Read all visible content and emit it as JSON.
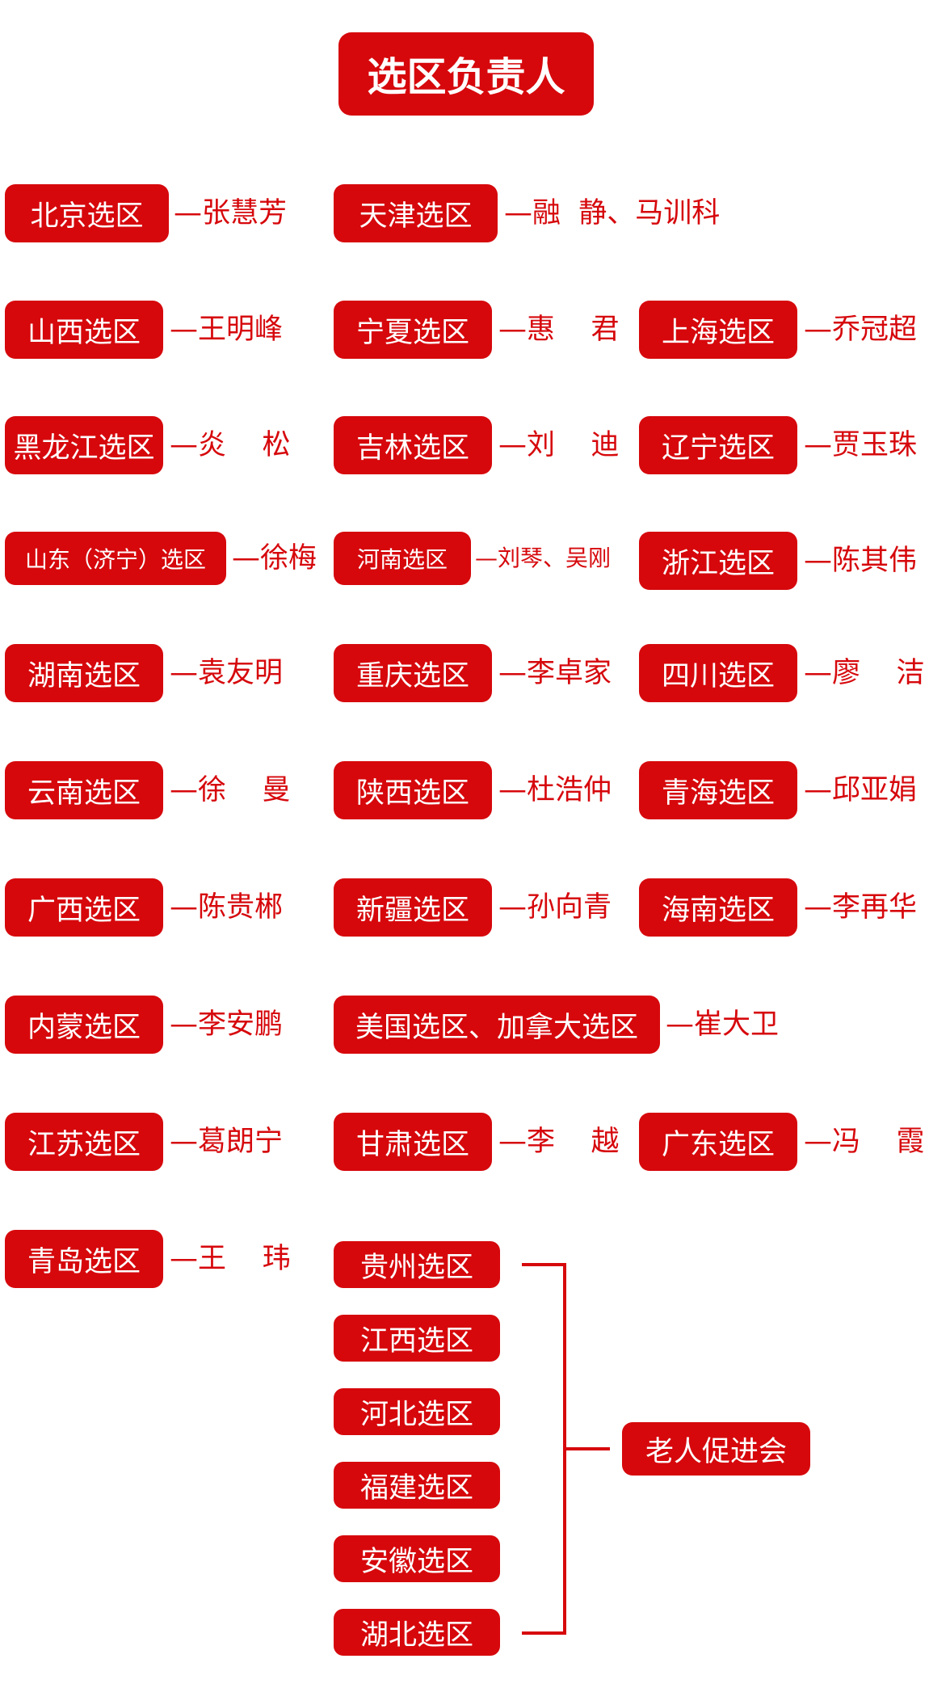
{
  "title": "选区负责人",
  "rows": [
    [
      {
        "badge": "北京选区",
        "name": "—张慧芳"
      },
      {
        "badge": "天津选区",
        "name": "—融  静、马训科"
      }
    ],
    [
      {
        "badge": "山西选区",
        "name": "—王明峰"
      },
      {
        "badge": "宁夏选区",
        "name": "—惠    君"
      },
      {
        "badge": "上海选区",
        "name": "—乔冠超"
      }
    ],
    [
      {
        "badge": "黑龙江选区",
        "name": "—炎    松"
      },
      {
        "badge": "吉林选区",
        "name": "—刘    迪"
      },
      {
        "badge": "辽宁选区",
        "name": "—贾玉珠"
      }
    ],
    [
      {
        "badge": "山东（济宁）选区",
        "name": "—徐梅"
      },
      {
        "badge": "河南选区",
        "name": "—刘琴、吴刚"
      },
      {
        "badge": "浙江选区",
        "name": "—陈其伟"
      }
    ],
    [
      {
        "badge": "湖南选区",
        "name": "—袁友明"
      },
      {
        "badge": "重庆选区",
        "name": "—李卓家"
      },
      {
        "badge": "四川选区",
        "name": "—廖    洁"
      }
    ],
    [
      {
        "badge": "云南选区",
        "name": "—徐    曼"
      },
      {
        "badge": "陕西选区",
        "name": "—杜浩仲"
      },
      {
        "badge": "青海选区",
        "name": "—邱亚娟"
      }
    ],
    [
      {
        "badge": "广西选区",
        "name": "—陈贵郴"
      },
      {
        "badge": "新疆选区",
        "name": "—孙向青"
      },
      {
        "badge": "海南选区",
        "name": "—李再华"
      }
    ],
    [
      {
        "badge": "内蒙选区",
        "name": "—李安鹏"
      },
      {
        "badge": "美国选区、加拿大选区",
        "name": "—崔大卫"
      }
    ],
    [
      {
        "badge": "江苏选区",
        "name": "—葛朗宁"
      },
      {
        "badge": "甘肃选区",
        "name": "—李    越"
      },
      {
        "badge": "广东选区",
        "name": "—冯    霞"
      }
    ],
    [
      {
        "badge": "青岛选区",
        "name": "—王    玮"
      }
    ]
  ],
  "group": {
    "regions": [
      "贵州选区",
      "江西选区",
      "河北选区",
      "福建选区",
      "安徽选区",
      "湖北选区"
    ],
    "target": "老人促进会"
  }
}
